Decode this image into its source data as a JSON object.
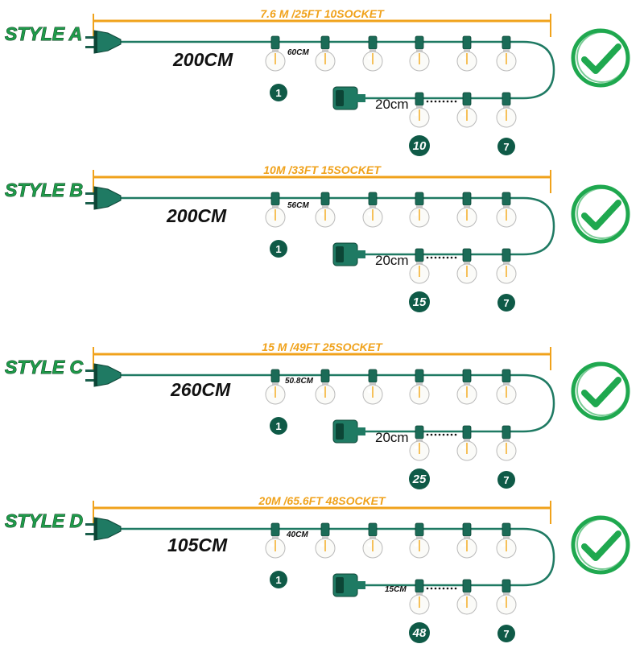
{
  "colors": {
    "cable": "#1f7a63",
    "dark_green": "#0f5a47",
    "measure": "#f0a21b",
    "check_green": "#1fa84f",
    "bulb_glow": "#f6c15a"
  },
  "styles": [
    {
      "id": "A",
      "style_label": "STYLE A",
      "length_label": "7.6 M /25FT  10SOCKET",
      "lead_length": "200CM",
      "bulb_spacing": "60CM",
      "tail_spacing": "20cm",
      "first_number": "1",
      "last_number": "10",
      "last_row_number": "7",
      "check_icon": "check-circle-icon"
    },
    {
      "id": "B",
      "style_label": "STYLE B",
      "length_label": "10M /33FT  15SOCKET",
      "lead_length": "200CM",
      "bulb_spacing": "56CM",
      "tail_spacing": "20cm",
      "first_number": "1",
      "last_number": "15",
      "last_row_number": "7",
      "check_icon": "check-circle-icon"
    },
    {
      "id": "C",
      "style_label": "STYLE C",
      "length_label": "15 M /49FT  25SOCKET",
      "lead_length": "260CM",
      "bulb_spacing": "50.8CM",
      "tail_spacing": "20cm",
      "first_number": "1",
      "last_number": "25",
      "last_row_number": "7",
      "check_icon": "check-circle-icon"
    },
    {
      "id": "D",
      "style_label": "STYLE D",
      "length_label": "20M /65.6FT  48SOCKET",
      "lead_length": "105CM",
      "bulb_spacing": "40CM",
      "tail_spacing": "15CM",
      "first_number": "1",
      "last_number": "48",
      "last_row_number": "7",
      "check_icon": "check-circle-icon"
    }
  ]
}
